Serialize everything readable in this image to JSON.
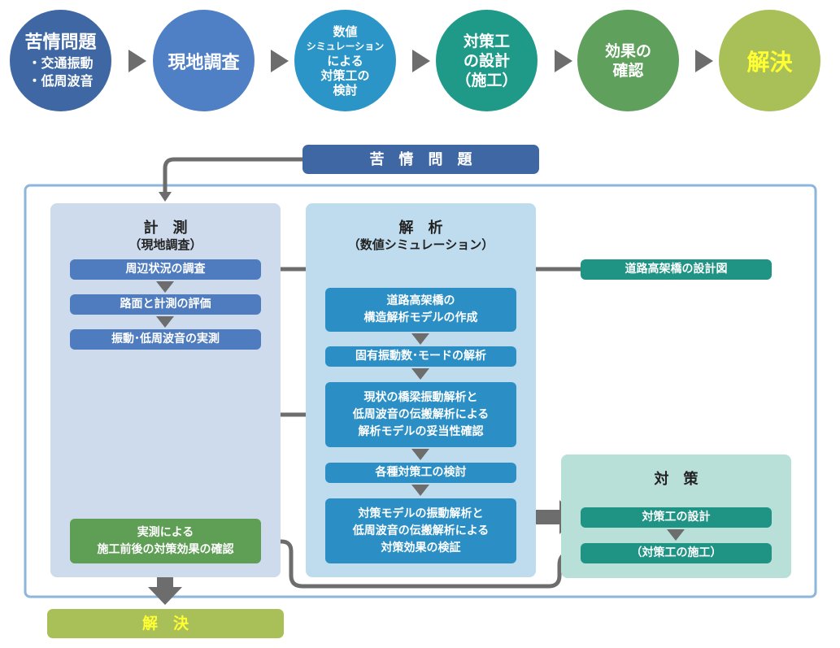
{
  "top_flow": {
    "steps": [
      {
        "title": "苦情問題",
        "lines": [
          "・交通振動",
          "・低周波音"
        ],
        "color": "#3f67a4"
      },
      {
        "title": "現地調査",
        "lines": [],
        "color": "#4f7fc4"
      },
      {
        "title": "",
        "lines": [
          "数値",
          "シミュレーション",
          "による",
          "対策工の",
          "検討"
        ],
        "color": "#2b95c8"
      },
      {
        "title": "",
        "lines": [
          "対策工",
          "の設計",
          "（施工）"
        ],
        "color": "#1f9a88"
      },
      {
        "title": "",
        "lines": [
          "効果の",
          "確認"
        ],
        "color": "#5fa05c"
      },
      {
        "title": "解決",
        "lines": [],
        "color": "#a9bf57",
        "text_color": "#ffff33"
      }
    ]
  },
  "header_box": {
    "label": "苦　情　問　題"
  },
  "panels": {
    "measurement": {
      "title": "計　測",
      "subtitle": "（現地調査）",
      "steps": [
        "周辺状況の調査",
        "路面と計測の評価",
        "振動･低周波音の実測"
      ],
      "confirm": [
        "実測による",
        "施工前後の対策効果の確認"
      ]
    },
    "analysis": {
      "title": "解　析",
      "subtitle": "（数値シミュレーション）",
      "steps": [
        [
          "道路高架橋の",
          "構造解析モデルの作成"
        ],
        [
          "固有振動数･モードの解析"
        ],
        [
          "現状の橋梁振動解析と",
          "低周波音の伝搬解析による",
          "解析モデルの妥当性確認"
        ],
        [
          "各種対策工の検討"
        ],
        [
          "対策モデルの振動解析と",
          "低周波音の伝搬解析による",
          "対策効果の検証"
        ]
      ]
    },
    "design_input": {
      "label": "道路高架橋の設計図"
    },
    "countermeasure": {
      "title": "対　策",
      "steps": [
        "対策工の設計",
        "（対策工の施工）"
      ]
    }
  },
  "result_box": {
    "label": "解　決"
  },
  "colors": {
    "arrow": "#6d6d6d",
    "frame": "#8db6dc",
    "measurement_panel": "#cddbec",
    "analysis_panel": "#bfdcef",
    "countermeasure_panel": "#b9e0d8",
    "result_text": "#ffff33"
  }
}
